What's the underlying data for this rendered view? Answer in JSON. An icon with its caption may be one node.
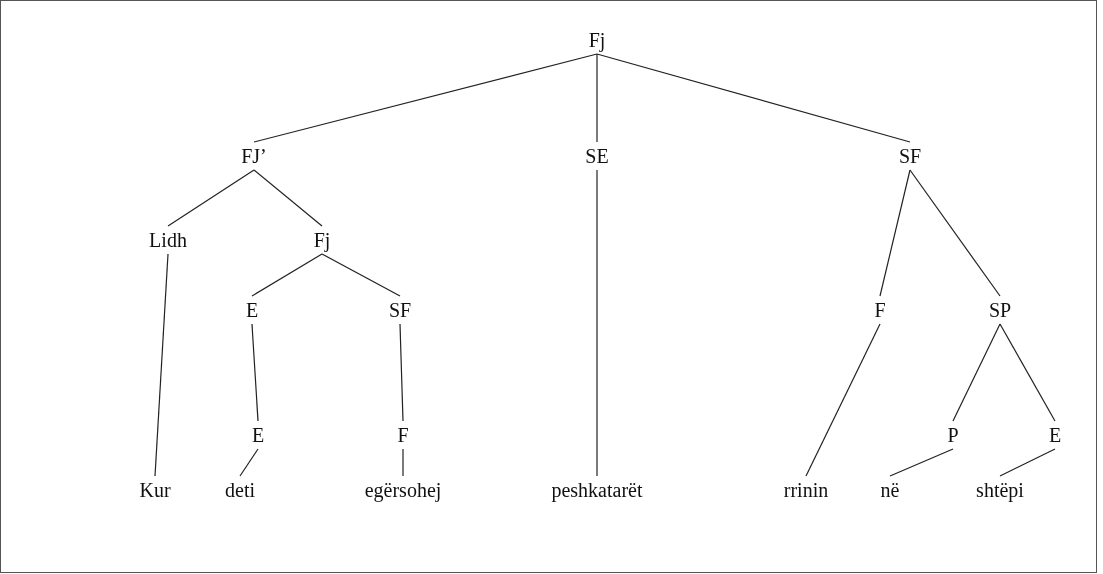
{
  "diagram": {
    "nodes": [
      {
        "text": [
          "Fj"
        ]
      },
      {
        "text": [
          "FJ’"
        ]
      },
      {
        "text": [
          "SE"
        ]
      },
      {
        "text": [
          "SF"
        ]
      },
      {
        "text": [
          "Lidh"
        ]
      },
      {
        "text": [
          "Fj"
        ]
      },
      {
        "text": [
          "E"
        ]
      },
      {
        "text": [
          "SF"
        ]
      },
      {
        "text": [
          "F"
        ]
      },
      {
        "text": [
          "SP"
        ]
      },
      {
        "text": [
          "E"
        ]
      },
      {
        "text": [
          "F"
        ]
      },
      {
        "text": [
          "P"
        ]
      },
      {
        "text": [
          "E"
        ]
      },
      {
        "text": [
          "Kur"
        ]
      },
      {
        "text": [
          "deti"
        ]
      },
      {
        "text": [
          "egërsohej"
        ]
      },
      {
        "text": [
          "peshkatarët"
        ]
      },
      {
        "text": [
          "rrinin"
        ]
      },
      {
        "text": [
          "në"
        ]
      },
      {
        "text": [
          "shtëpi"
        ]
      }
    ],
    "edges": [
      {
        "from": 0,
        "to": 1,
        "arrow": "none"
      },
      {
        "from": 0,
        "to": 2,
        "arrow": "none"
      },
      {
        "from": 0,
        "to": 3,
        "arrow": "none"
      },
      {
        "from": 1,
        "to": 4,
        "arrow": "none"
      },
      {
        "from": 1,
        "to": 5,
        "arrow": "none"
      },
      {
        "from": 2,
        "to": 17,
        "arrow": "none"
      },
      {
        "from": 3,
        "to": 8,
        "arrow": "none"
      },
      {
        "from": 3,
        "to": 9,
        "arrow": "none"
      },
      {
        "from": 4,
        "to": 14,
        "arrow": "none"
      },
      {
        "from": 5,
        "to": 6,
        "arrow": "none"
      },
      {
        "from": 5,
        "to": 7,
        "arrow": "none"
      },
      {
        "from": 6,
        "to": 10,
        "arrow": "none"
      },
      {
        "from": 7,
        "to": 11,
        "arrow": "none"
      },
      {
        "from": 10,
        "to": 15,
        "arrow": "none"
      },
      {
        "from": 11,
        "to": 16,
        "arrow": "none"
      },
      {
        "from": 8,
        "to": 18,
        "arrow": "none"
      },
      {
        "from": 9,
        "to": 12,
        "arrow": "none"
      },
      {
        "from": 9,
        "to": 13,
        "arrow": "none"
      },
      {
        "from": 12,
        "to": 19,
        "arrow": "none"
      },
      {
        "from": 13,
        "to": 20,
        "arrow": "none"
      }
    ]
  }
}
